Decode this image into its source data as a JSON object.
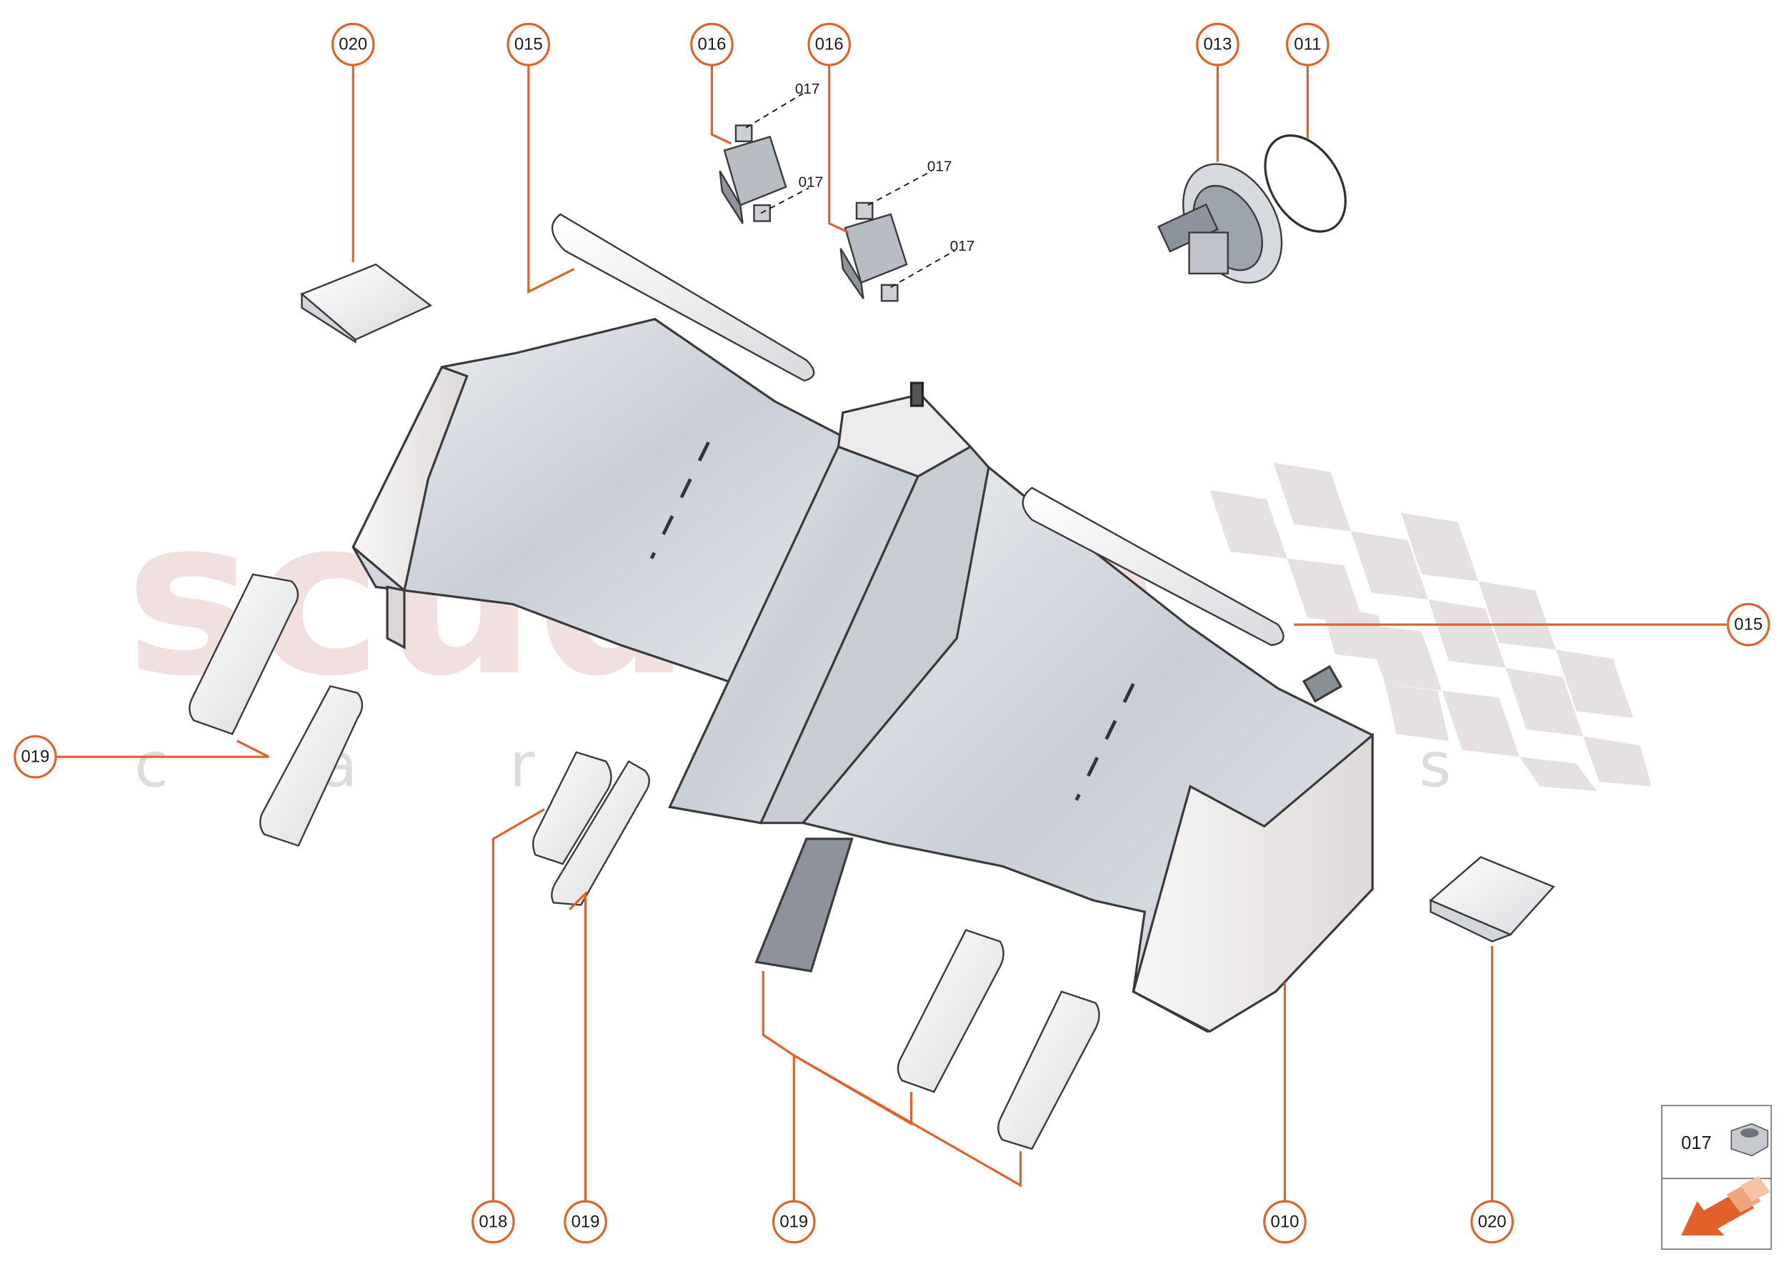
{
  "colors": {
    "accent": "#e0622a",
    "part_fill": "#d9dde3",
    "part_stroke": "#3a3a3a",
    "watermark_text": "#e8c8c8",
    "watermark_checker": "#e3dede"
  },
  "watermark": {
    "brand": "scuderia",
    "sub": "c a r p a r t s"
  },
  "callouts": [
    {
      "id": "c020a",
      "label": "020"
    },
    {
      "id": "c015a",
      "label": "015"
    },
    {
      "id": "c016a",
      "label": "016"
    },
    {
      "id": "c016b",
      "label": "016"
    },
    {
      "id": "c013",
      "label": "013"
    },
    {
      "id": "c011",
      "label": "011"
    },
    {
      "id": "c015b",
      "label": "015"
    },
    {
      "id": "c019a",
      "label": "019"
    },
    {
      "id": "c018",
      "label": "018"
    },
    {
      "id": "c019b",
      "label": "019"
    },
    {
      "id": "c019c",
      "label": "019"
    },
    {
      "id": "c010",
      "label": "010"
    },
    {
      "id": "c020b",
      "label": "020"
    }
  ],
  "sub_labels": [
    "017",
    "017",
    "017",
    "017"
  ],
  "legend": {
    "part_label": "017",
    "part_icon": "nut-icon",
    "direction_icon": "front-arrow-icon"
  }
}
